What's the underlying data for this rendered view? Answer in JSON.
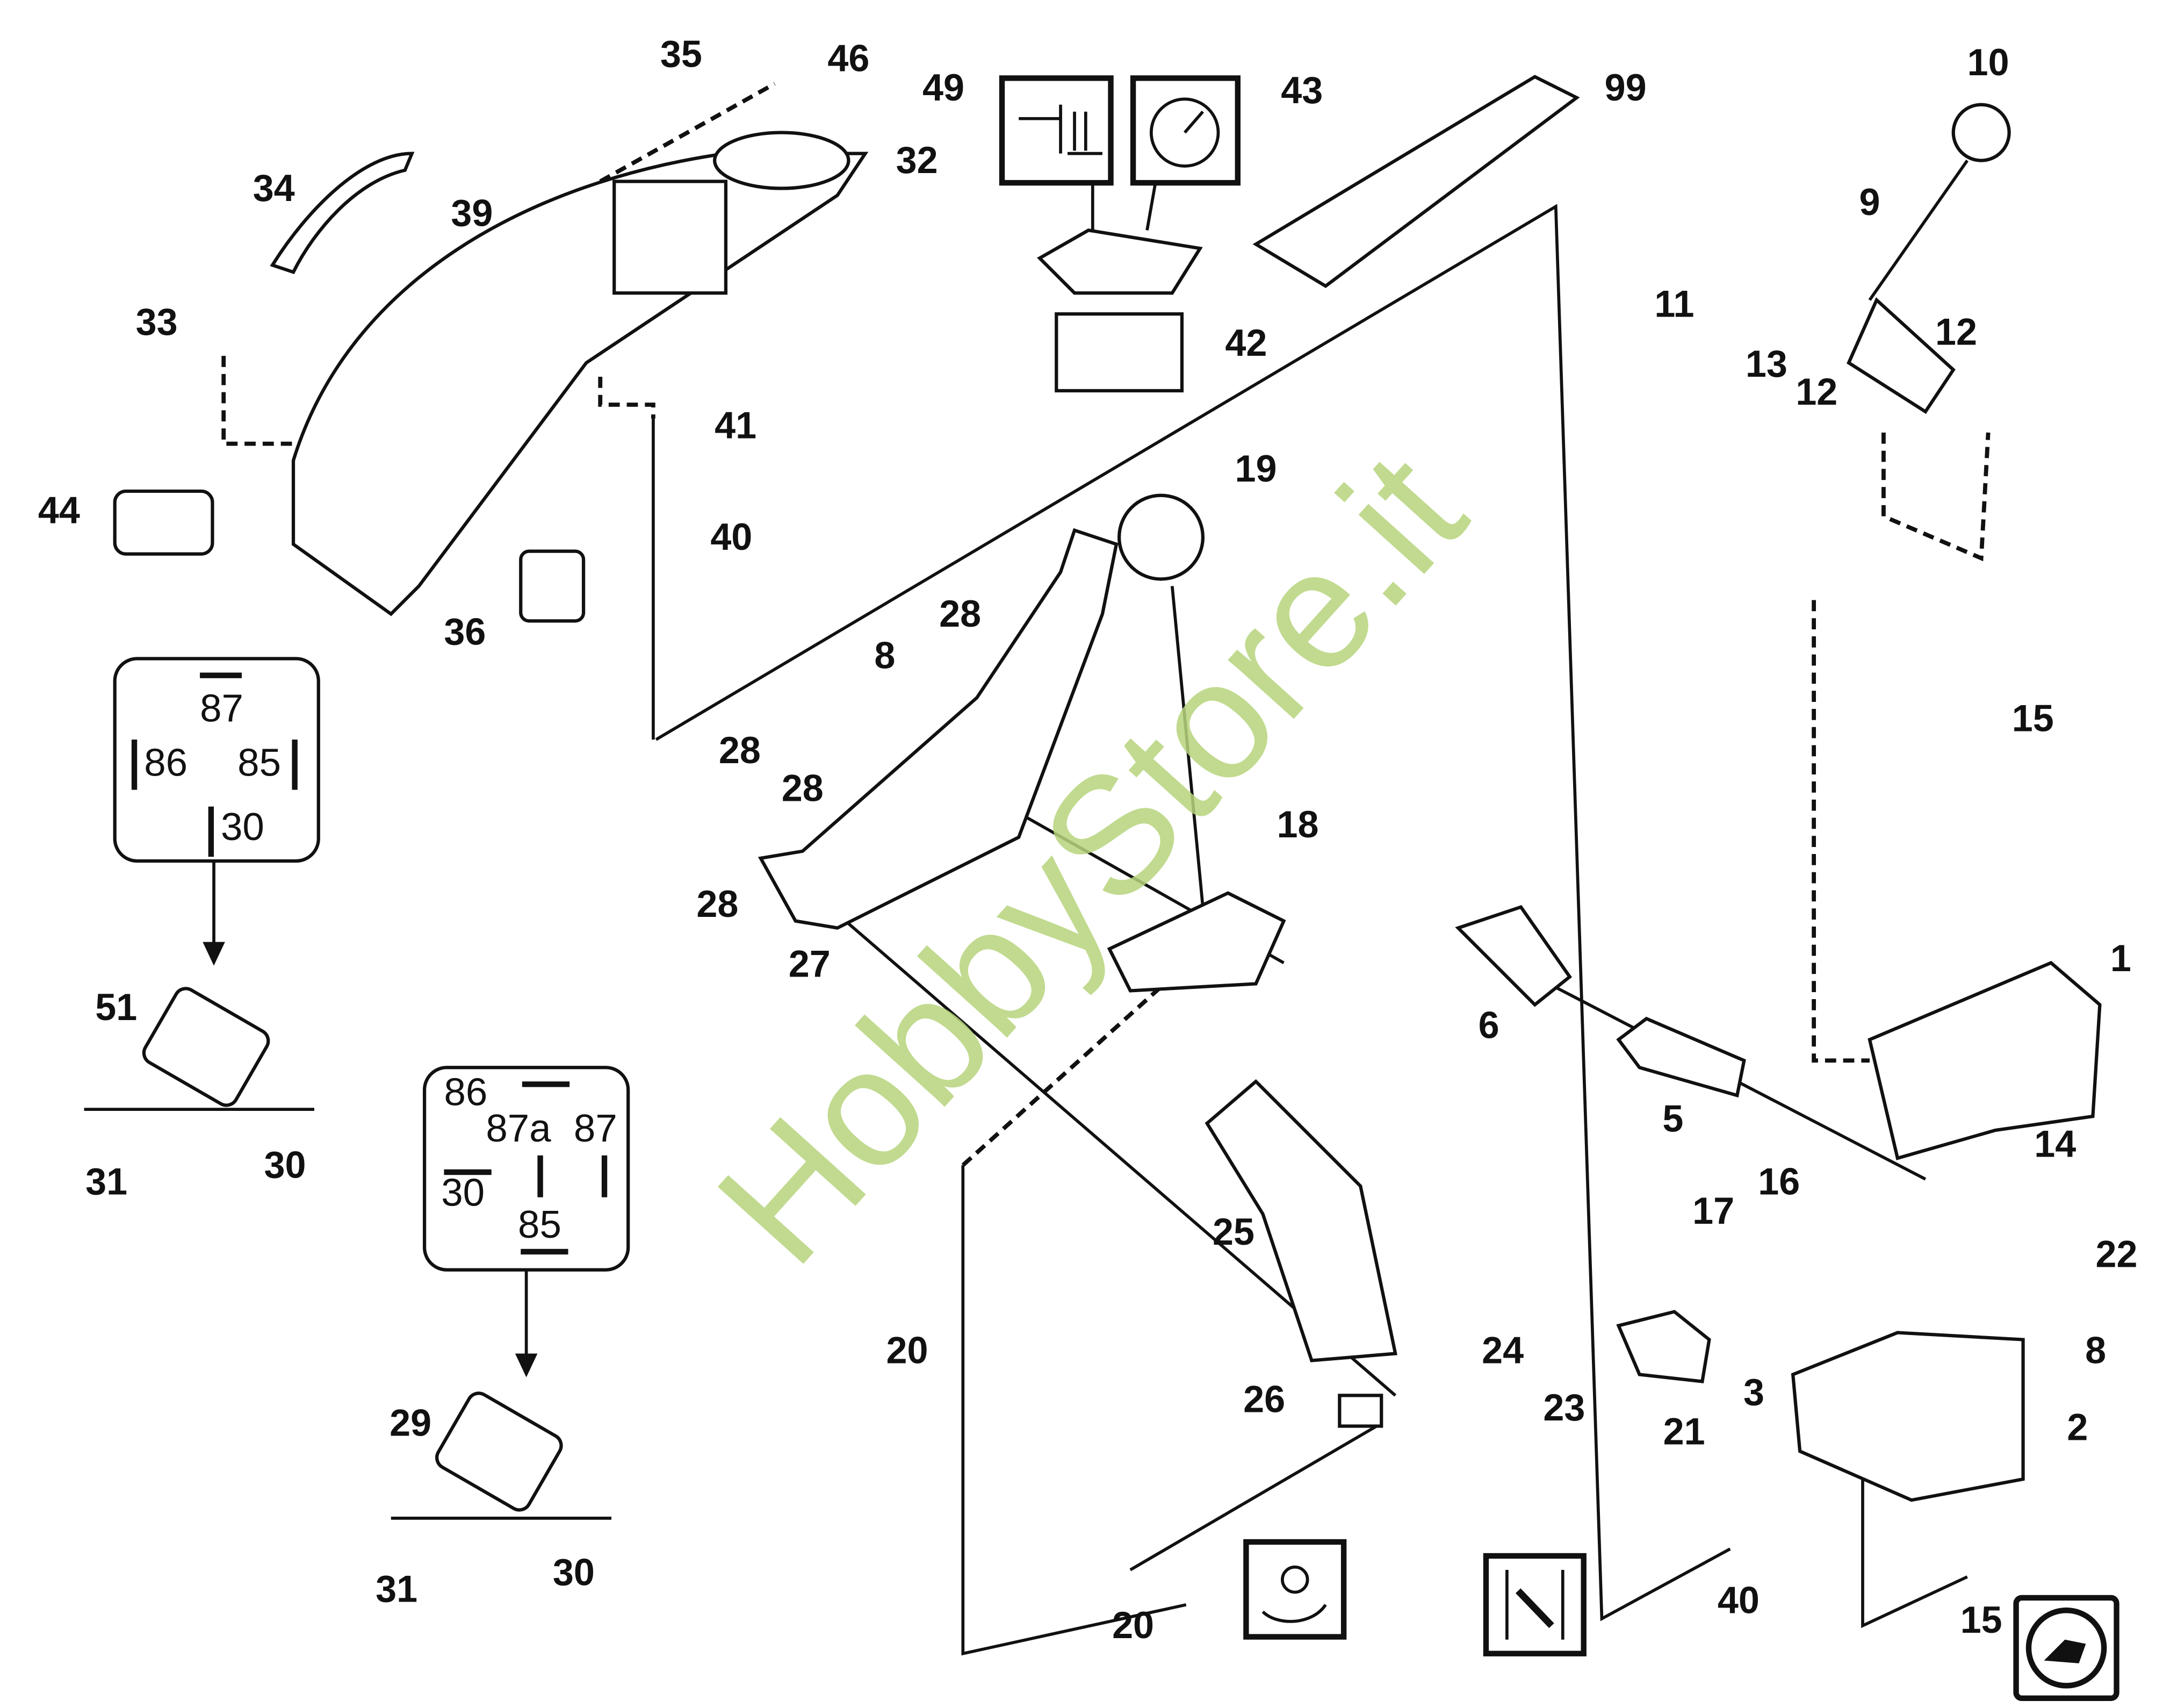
{
  "diagram": {
    "watermark": "HobbyStore.it",
    "callouts": [
      "35",
      "46",
      "49",
      "43",
      "99",
      "10",
      "34",
      "32",
      "39",
      "9",
      "33",
      "11",
      "13",
      "12",
      "12",
      "42",
      "41",
      "44",
      "40",
      "19",
      "36",
      "28",
      "8",
      "15",
      "18",
      "28",
      "28",
      "28",
      "27",
      "6",
      "1",
      "5",
      "14",
      "51",
      "31",
      "30",
      "16",
      "17",
      "22",
      "25",
      "8",
      "24",
      "20",
      "23",
      "21",
      "3",
      "26",
      "2",
      "29",
      "31",
      "30",
      "20",
      "40",
      "15"
    ],
    "relay_4pin": {
      "pins": [
        "87",
        "86",
        "85",
        "30"
      ]
    },
    "relay_5pin": {
      "pins": [
        "86",
        "87a",
        "87",
        "30",
        "85"
      ]
    },
    "symbols": [
      "mower-height-icon",
      "speedometer-icon",
      "pto-rotation-icon",
      "throttle-icon",
      "rabbit-speed-icon"
    ]
  }
}
